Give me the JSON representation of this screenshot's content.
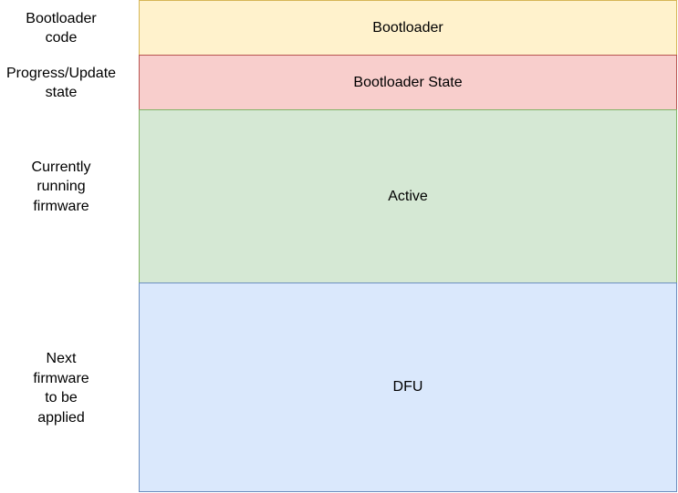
{
  "labels": {
    "bootloader_code": [
      "Bootloader",
      "code"
    ],
    "progress_state": [
      "Progress/Update",
      "state"
    ],
    "current_firmware": [
      "Currently",
      "running",
      "firmware"
    ],
    "next_firmware": [
      "Next",
      "firmware",
      "to be",
      "applied"
    ]
  },
  "regions": {
    "bootloader": {
      "label": "Bootloader",
      "fill": "#fff2cc",
      "stroke": "#d6b656"
    },
    "bootloader_state": {
      "label": "Bootloader State",
      "fill": "#f8cecc",
      "stroke": "#b85450"
    },
    "active": {
      "label": "Active",
      "fill": "#d5e8d4",
      "stroke": "#82b366"
    },
    "dfu": {
      "label": "DFU",
      "fill": "#dae8fc",
      "stroke": "#6c8ebf"
    }
  }
}
